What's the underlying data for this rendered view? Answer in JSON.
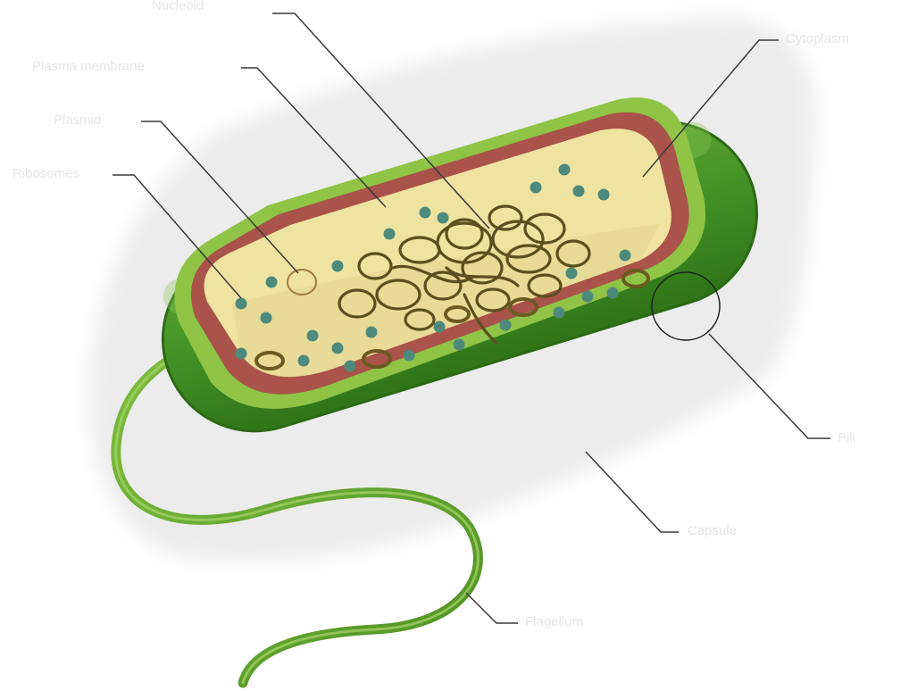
{
  "diagram": {
    "subject": "prokaryotic cell",
    "colors": {
      "capsule": "#ececec",
      "cell_wall": "#4f9a2e",
      "wall_band": "#8fc447",
      "plasma_membrane": "#a9534a",
      "cytoplasm": "#efe3a1",
      "nucleoid": "#5a4f1e",
      "ribosome": "#4e8a7c",
      "plasmid": "#6b5a22",
      "flagellum": "#6aae34",
      "leader_line": "#3a3a3a"
    },
    "labels": [
      {
        "id": "nucleoid",
        "text": "Nucleoid"
      },
      {
        "id": "plasma-membrane",
        "text": "Plasma membrane"
      },
      {
        "id": "plasmid",
        "text": "Plasmid"
      },
      {
        "id": "ribosomes",
        "text": "Ribosomes"
      },
      {
        "id": "cytoplasm",
        "text": "Cytoplasm"
      },
      {
        "id": "pili",
        "text": "Pili"
      },
      {
        "id": "capsule",
        "text": "Capsule"
      },
      {
        "id": "flagellum",
        "text": "Flagellum"
      }
    ]
  }
}
